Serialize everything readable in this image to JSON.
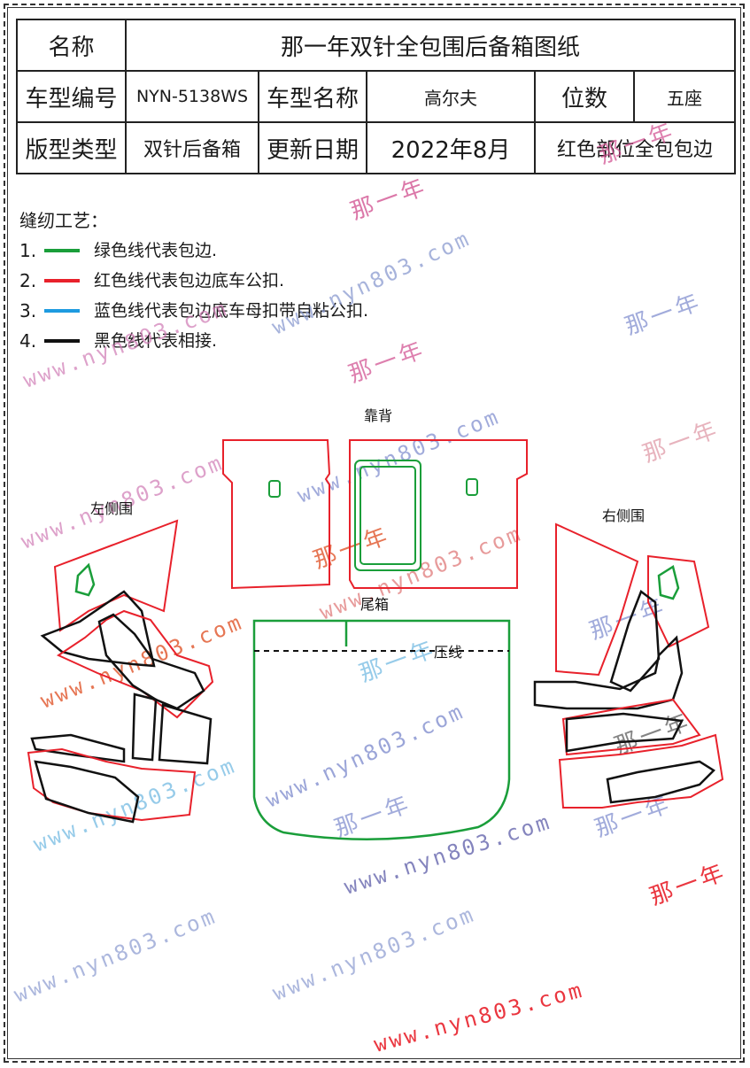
{
  "header_table": {
    "row1": {
      "name_label": "名称",
      "name_value": "那一年双针全包围后备箱图纸"
    },
    "row2": {
      "model_code_label": "车型编号",
      "model_code_value": "NYN-5138WS",
      "model_name_label": "车型名称",
      "model_name_value": "高尔夫",
      "seats_label": "位数",
      "seats_value": "五座"
    },
    "row3": {
      "pattern_type_label": "版型类型",
      "pattern_type_value": "双针后备箱",
      "update_date_label": "更新日期",
      "update_date_value": "2022年8月",
      "note_value": "红色部位全包包边"
    }
  },
  "sewing_process": {
    "title": "缝纫工艺：",
    "items": [
      {
        "num": "1.",
        "color": "#1a9e3a",
        "text": "绿色线代表包边."
      },
      {
        "num": "2.",
        "color": "#e8212b",
        "text": "红色线代表包边底车公扣."
      },
      {
        "num": "3.",
        "color": "#1e9be0",
        "text": "蓝色线代表包边底车母扣带自粘公扣."
      },
      {
        "num": "4.",
        "color": "#111111",
        "text": "黑色线代表相接."
      }
    ]
  },
  "pattern_labels": {
    "back": "靠背",
    "left_side": "左侧围",
    "right_side": "右侧围",
    "trunk": "尾箱",
    "press_line": "压线"
  },
  "watermarks": {
    "url": "www.nyn803.com",
    "brand": "那一年"
  },
  "colors": {
    "green": "#1a9e3a",
    "red": "#e8212b",
    "blue": "#1e9be0",
    "black": "#111111"
  }
}
